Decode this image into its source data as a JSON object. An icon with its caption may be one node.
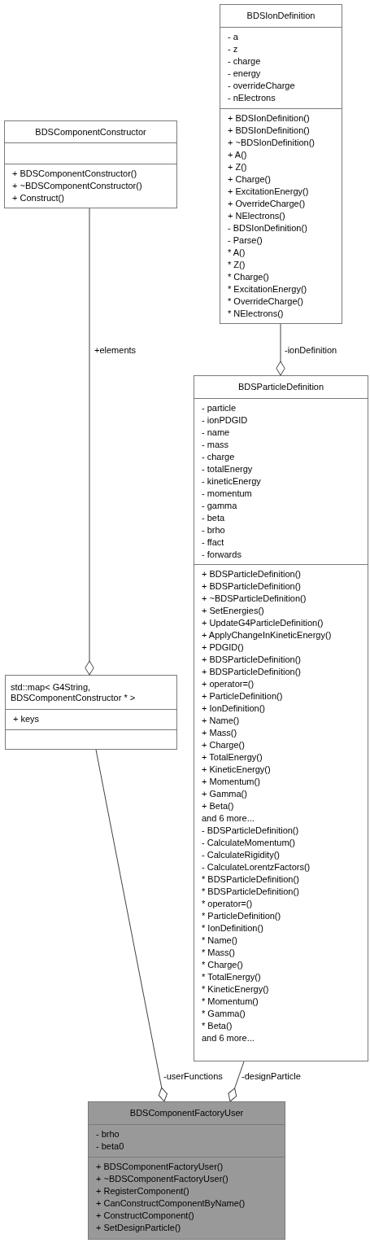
{
  "diagram": {
    "nodes": [
      {
        "text": [
          "BDSIonDefinition"
        ]
      },
      {
        "text": [
          "- a",
          "- z",
          "- charge",
          "- energy",
          "- overrideCharge",
          "- nElectrons"
        ],
        "in": 0
      },
      {
        "text": [
          "+ BDSIonDefinition()",
          "+ BDSIonDefinition()",
          "+ ~BDSIonDefinition()",
          "+ A()",
          "+ Z()",
          "+ Charge()",
          "+ ExcitationEnergy()",
          "+ OverrideCharge()",
          "+ NElectrons()",
          "- BDSIonDefinition()",
          "- Parse()",
          "* A()",
          "* Z()",
          "* Charge()",
          "* ExcitationEnergy()",
          "* OverrideCharge()",
          "* NElectrons()"
        ],
        "in": 0
      },
      {
        "text": [
          "BDSComponentConstructor"
        ]
      },
      {
        "text": [],
        "shape": "box",
        "in": 3
      },
      {
        "text": [
          "+ BDSComponentConstructor()",
          "+ ~BDSComponentConstructor()",
          "+ Construct()"
        ],
        "in": 3
      },
      {
        "text": [
          "BDSParticleDefinition"
        ]
      },
      {
        "text": [
          "- particle",
          "- ionPDGID",
          "- name",
          "- mass",
          "- charge",
          "- totalEnergy",
          "- kineticEnergy",
          "- momentum",
          "- gamma",
          "- beta",
          "- brho",
          "- ffact",
          "- forwards"
        ],
        "in": 6
      },
      {
        "text": [
          "+ BDSParticleDefinition()",
          "+ BDSParticleDefinition()",
          "+ ~BDSParticleDefinition()",
          "+ SetEnergies()",
          "+ UpdateG4ParticleDefinition()",
          "+ ApplyChangeInKineticEnergy()",
          "+ PDGID()",
          "+ BDSParticleDefinition()",
          "+ BDSParticleDefinition()",
          "+ operator=()",
          "+ ParticleDefinition()",
          "+ IonDefinition()",
          "+ Name()",
          "+ Mass()",
          "+ Charge()",
          "+ TotalEnergy()",
          "+ KineticEnergy()",
          "+ Momentum()",
          "+ Gamma()",
          "+ Beta()",
          "and 6 more...",
          "- BDSParticleDefinition()",
          "- CalculateMomentum()",
          "- CalculateRigidity()",
          "- CalculateLorentzFactors()",
          "* BDSParticleDefinition()",
          "* BDSParticleDefinition()",
          "* operator=()",
          "* ParticleDefinition()",
          "* IonDefinition()",
          "* Name()",
          "* Mass()",
          "* Charge()",
          "* TotalEnergy()",
          "* KineticEnergy()",
          "* Momentum()",
          "* Gamma()",
          "* Beta()",
          "and 6 more..."
        ],
        "in": 6
      },
      {
        "text": [
          "std::map< G4String, BDSComponentConstructor * >"
        ]
      },
      {
        "text": [
          "+ keys"
        ],
        "in": 9
      },
      {
        "text": [],
        "shape": "box",
        "in": 9
      },
      {
        "text": [
          "BDSComponentFactoryUser"
        ]
      },
      {
        "text": [
          "- brho",
          "- beta0"
        ],
        "in": 12
      },
      {
        "text": [
          "+ BDSComponentFactoryUser()",
          "+ ~BDSComponentFactoryUser()",
          "+ RegisterComponent()",
          "+ CanConstructComponentByName()",
          "+ ConstructComponent()",
          "+ SetDesignParticle()"
        ],
        "in": 12
      }
    ],
    "edges": [
      {
        "from": 3,
        "to": 9,
        "arrow": "other",
        "label": "+elements"
      },
      {
        "from": 0,
        "to": 6,
        "arrow": "other",
        "label": "-ionDefinition"
      },
      {
        "from": 9,
        "to": 12,
        "arrow": "other",
        "label": "-userFunctions"
      },
      {
        "from": 6,
        "to": 12,
        "arrow": "other",
        "label": "-designParticle"
      }
    ]
  }
}
